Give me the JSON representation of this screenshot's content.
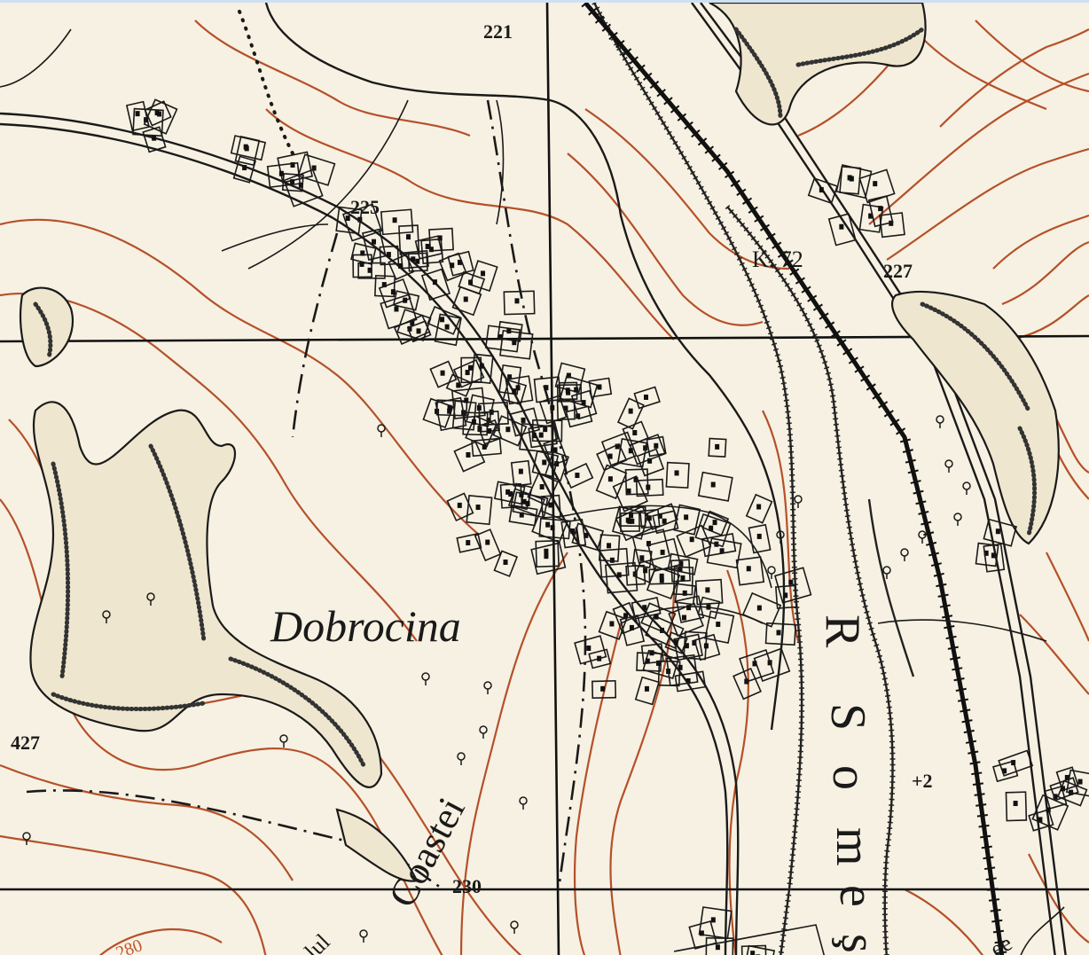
{
  "map": {
    "labels": {
      "town": "Dobrocina",
      "river_main": "R. Someş",
      "river_letters": [
        "R",
        "S",
        "o",
        "m",
        "e",
        "ş"
      ],
      "valley": "Coastei",
      "valley_prefix": "alul",
      "small_label": "ee",
      "km_marker": "K. 72"
    },
    "elevations": {
      "e221": "221",
      "e225": "225",
      "e227": "227",
      "e427": "427",
      "e230": "230",
      "e280": "280",
      "e2": "+2"
    },
    "colors": {
      "paper": "#f6f1e2",
      "contour": "#b5502a",
      "ink": "#1a1a1a",
      "top_border": "#cfe0f3"
    }
  }
}
